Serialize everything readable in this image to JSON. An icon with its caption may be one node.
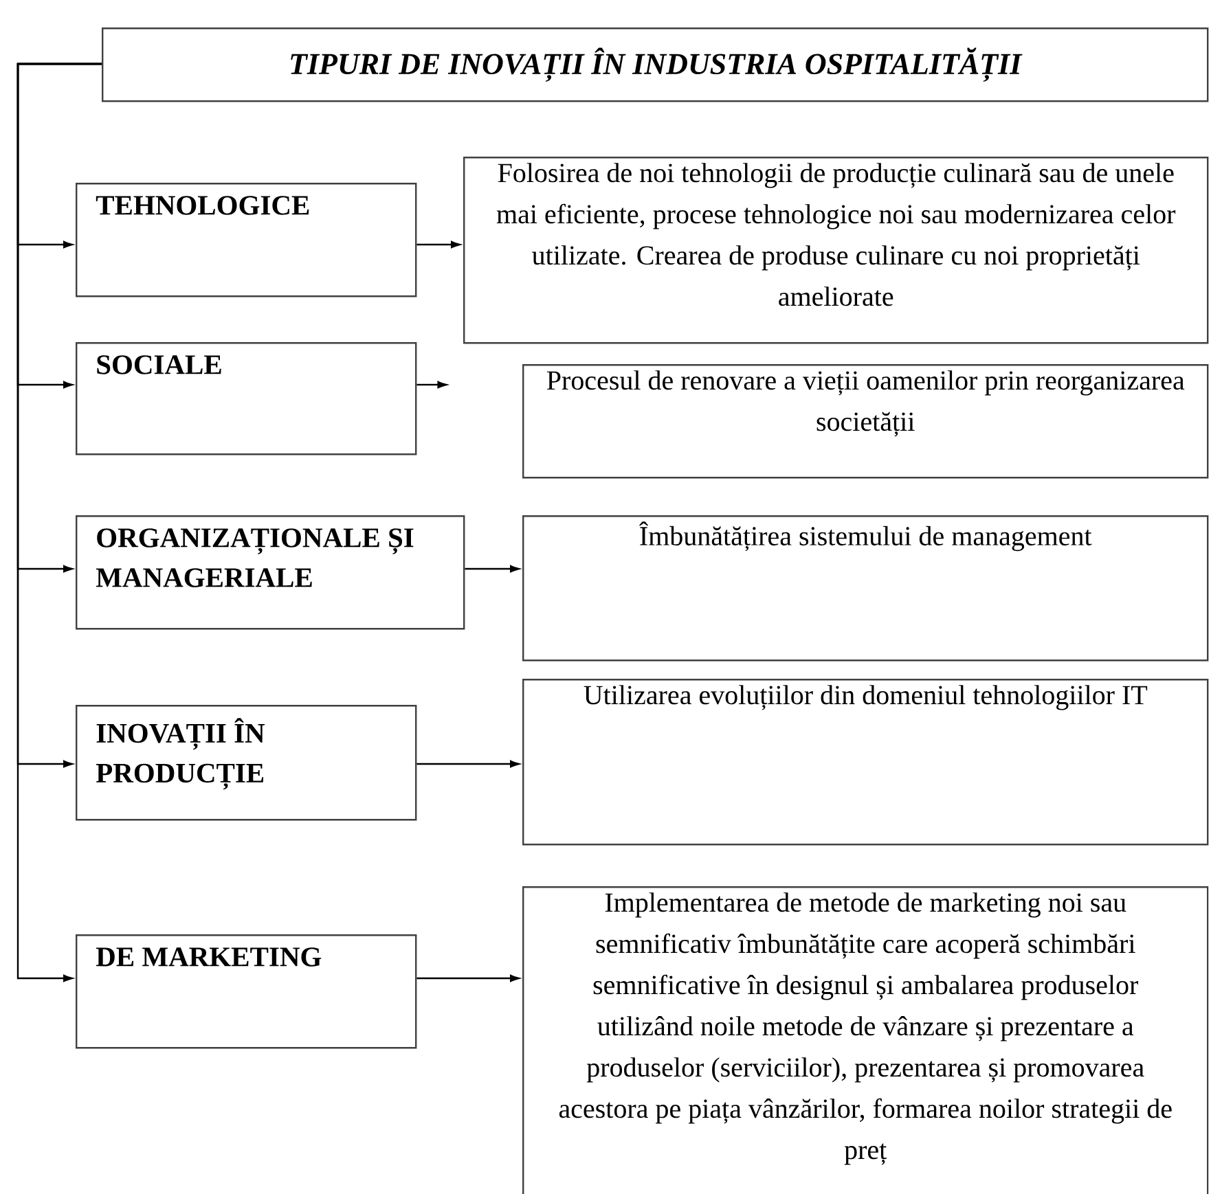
{
  "diagram": {
    "nodes": [
      {
        "text": [
          "TIPURI DE INOVAȚII ÎN INDUSTRIA OSPITALITĂȚII"
        ]
      },
      {
        "text": [
          "TEHNOLOGICE"
        ]
      },
      {
        "text": [
          "Folosirea de noi tehnologii de producție culinară sau de unele mai eficiente, procese tehnologice noi sau modernizarea celor utilizate. Crearea de produse culinare cu noi proprietăți ameliorate"
        ]
      },
      {
        "text": [
          "SOCIALE"
        ]
      },
      {
        "text": [
          "Procesul de renovare a vieții oamenilor prin reorganizarea societății"
        ]
      },
      {
        "text": [
          "ORGANIZAȚIONALE ȘI MANAGERIALE"
        ]
      },
      {
        "text": [
          "Îmbunătățirea sistemului de management"
        ]
      },
      {
        "text": [
          "INOVAȚII ÎN PRODUCȚIE"
        ]
      },
      {
        "text": [
          "Utilizarea evoluțiilor din domeniul tehnologiilor IT"
        ]
      },
      {
        "text": [
          "DE MARKETING"
        ]
      },
      {
        "text": [
          "Implementarea de metode de marketing noi sau semnificativ îmbunătățite care acoperă schimbări semnificative în designul și ambalarea produselor utilizând noile metode de vânzare și prezentare a produselor (serviciilor), prezentarea și promovarea acestora pe piața vânzărilor, formarea noilor strategii de preț"
        ]
      }
    ],
    "edges": [
      {
        "from": 0,
        "to": 1,
        "arrow": "to"
      },
      {
        "from": 0,
        "to": 3,
        "arrow": "to"
      },
      {
        "from": 0,
        "to": 5,
        "arrow": "to"
      },
      {
        "from": 0,
        "to": 7,
        "arrow": "to"
      },
      {
        "from": 0,
        "to": 9,
        "arrow": "to"
      },
      {
        "from": 1,
        "to": 2,
        "arrow": "to"
      },
      {
        "from": 3,
        "to": null,
        "arrow": "to"
      },
      {
        "from": 5,
        "to": 6,
        "arrow": "to"
      },
      {
        "from": 7,
        "to": 8,
        "arrow": "to"
      },
      {
        "from": 9,
        "to": 10,
        "arrow": "to"
      }
    ]
  }
}
